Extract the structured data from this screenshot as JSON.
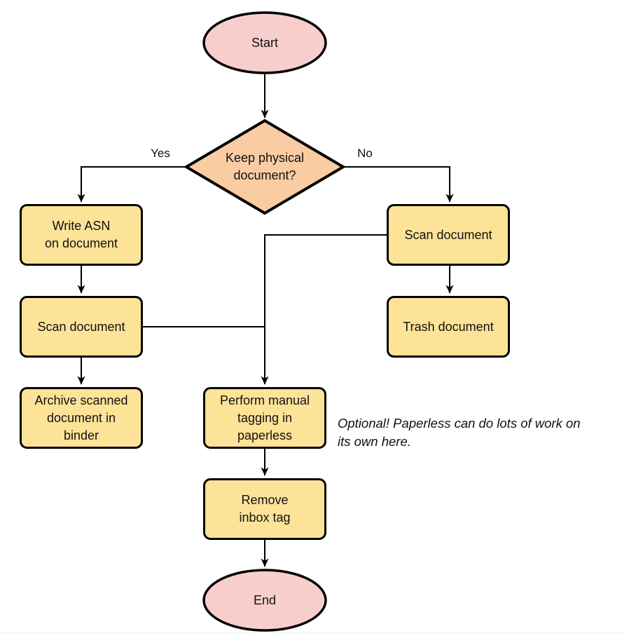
{
  "diagram": {
    "type": "flowchart",
    "colors": {
      "terminal_fill": "#F8CECC",
      "decision_fill": "#FACCA3",
      "process_fill": "#FDE398",
      "stroke": "#000000",
      "background": "#FFFFFF"
    },
    "nodes": {
      "start": "Start",
      "decision": "Keep physical\ndocument?",
      "write_asn": "Write ASN\non document",
      "scan_left": "Scan document",
      "archive": "Archive scanned\ndocument in\nbinder",
      "scan_right": "Scan document",
      "trash": "Trash document",
      "tagging": "Perform manual\ntagging in\npaperless",
      "remove_inbox": "Remove\ninbox tag",
      "end": "End"
    },
    "edge_labels": {
      "yes": "Yes",
      "no": "No"
    },
    "annotation": "Optional! Paperless can do lots of work on\nits own here."
  }
}
